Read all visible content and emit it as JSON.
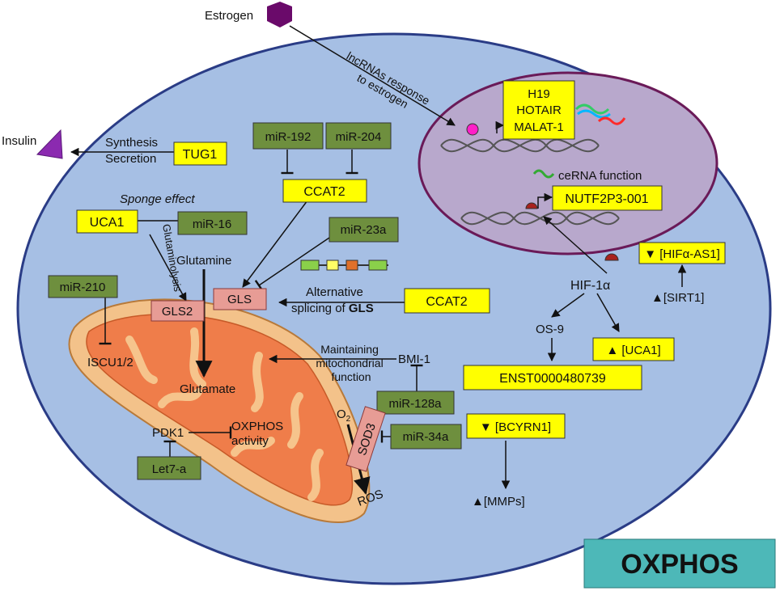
{
  "colors": {
    "cell_fill": "#a6bfe4",
    "cell_stroke": "#2a3c86",
    "nucleus_fill": "#b8a8cc",
    "nucleus_stroke": "#6a1a58",
    "mito_outer": "#f3c28a",
    "mito_inner": "#ef7d4a",
    "yellow_box": "#ffff00",
    "green_box": "#6e8f3e",
    "pink_box": "#e79c95",
    "oxphos_box": "#4db8b8",
    "estrogen": "#6a0a6a",
    "insulin": "#8b2ab0"
  },
  "external": {
    "estrogen": "Estrogen",
    "insulin": "Insulin",
    "lncrna_response": [
      "lncRNAs response",
      "to estrogen"
    ]
  },
  "nucleus": {
    "box": [
      "H19",
      "HOTAIR",
      "MALAT-1"
    ],
    "cerna_function": "ceRNA function",
    "nutf2p3": "NUTF2P3-001"
  },
  "boxes": {
    "tug1": "TUG1",
    "synthesis": "Synthesis",
    "secretion": "Secretion",
    "mir192": "miR-192",
    "mir204": "miR-204",
    "ccat2_top": "CCAT2",
    "sponge_effect": "Sponge effect",
    "uca1": "UCA1",
    "mir16": "miR-16",
    "mir23a": "miR-23a",
    "mir210": "miR-210",
    "glutaminolysis": "Glutaminolysis",
    "glutamine": "Glutamine",
    "gls2": "GLS2",
    "gls": "GLS",
    "alt_splicing_line1": "Alternative",
    "alt_splicing_line2": "splicing of ",
    "alt_splicing_bold": "GLS",
    "ccat2_right": "CCAT2",
    "hif1a": "HIF-1α",
    "hifa_as1": "▼ [HIFα-AS1]",
    "sirt1": "▲[SIRT1]",
    "os9": "OS-9",
    "uca1_up": "▲ [UCA1]",
    "enst": "ENST0000480739",
    "iscu": "ISCU1/2",
    "maintaining": [
      "Maintaining",
      "mitochondrial",
      "function"
    ],
    "bmi1": "BMI-1",
    "mir128a": "miR-128a",
    "glutamate": "Glutamate",
    "pdk1": "PDK1",
    "oxphos_activity": [
      "OXPHOS",
      "activity"
    ],
    "let7a": "Let7-a",
    "o2": "O",
    "o2_sub": "2",
    "sod3": "SOD3",
    "mir34a": "miR-34a",
    "bcyrn1": "▼ [BCYRN1]",
    "ros": "ROS",
    "mmps": "▲[MMPs]"
  },
  "title_box": "OXPHOS"
}
